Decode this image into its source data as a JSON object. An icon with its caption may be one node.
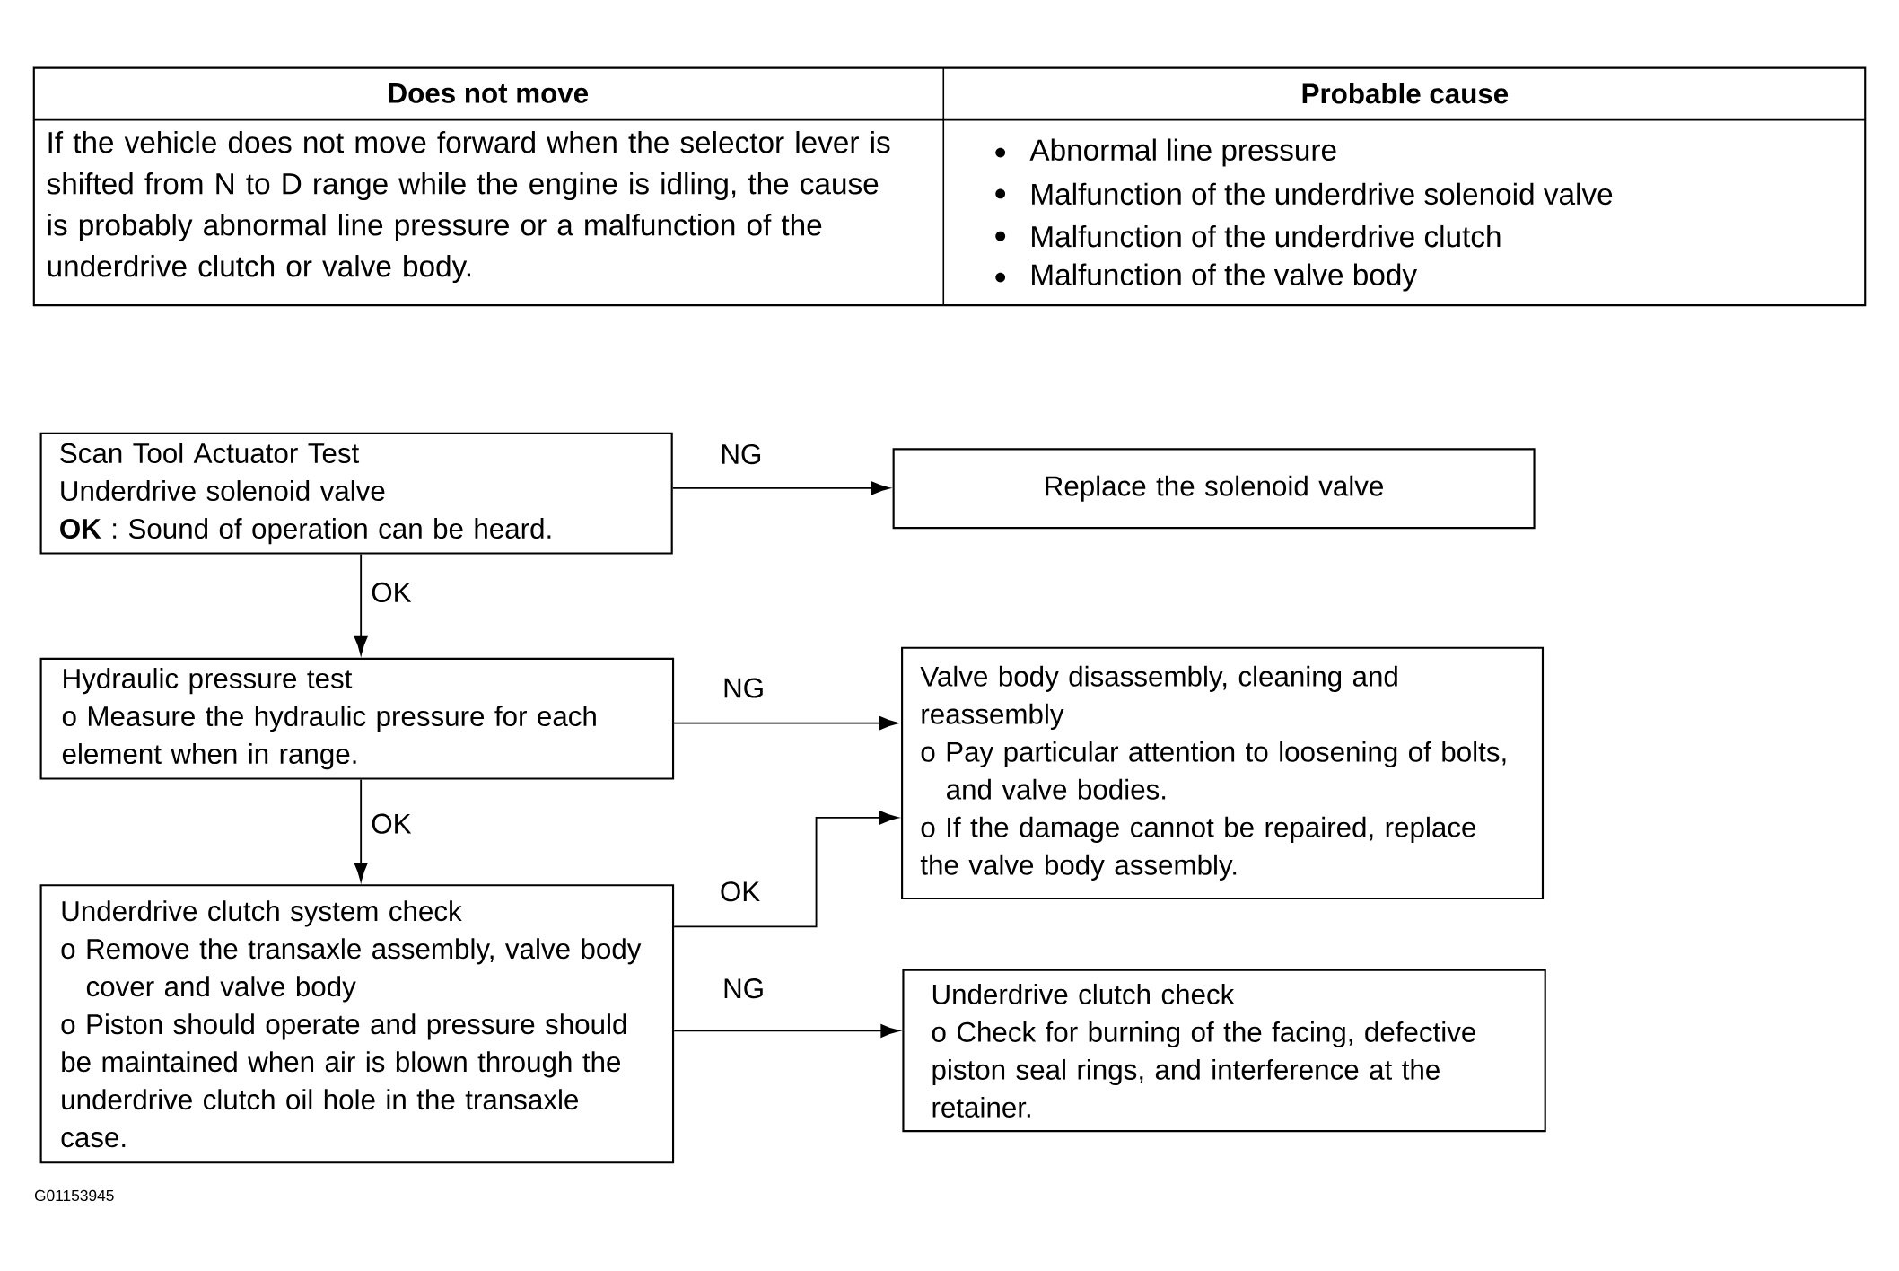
{
  "diagram": {
    "nodes": [
      {
        "text": [
          "Scan Tool Actuator Test",
          "Underdrive solenoid valve",
          "**OK** : Sound of operation can be heard."
        ]
      },
      {
        "text": [
          "Replace the solenoid valve"
        ]
      },
      {
        "text": [
          "Hydraulic pressure test",
          "o Measure the hydraulic pressure for each element when in range."
        ]
      },
      {
        "text": [
          "Valve body disassembly, cleaning and reassembly",
          "o Pay particular attention to loosening of bolts, and valve bodies.",
          "o If the damage cannot be repaired, replace the valve body assembly."
        ]
      },
      {
        "text": [
          "Underdrive clutch system check",
          "o Remove the transaxle assembly, valve body cover and valve body",
          "o Piston should operate and pressure should be maintained when air is blown through the underdrive clutch oil hole in the transaxle case."
        ]
      },
      {
        "text": [
          "Underdrive clutch check",
          "o Check for burning of the facing, defective piston seal rings, and interference at the retainer."
        ]
      }
    ],
    "edges": [
      {
        "from": 0,
        "to": 1,
        "arrow": "to",
        "label": "NG"
      },
      {
        "from": 0,
        "to": 2,
        "arrow": "to",
        "label": "OK"
      },
      {
        "from": 2,
        "to": 3,
        "arrow": "to",
        "label": "NG"
      },
      {
        "from": 2,
        "to": 4,
        "arrow": "to",
        "label": "OK"
      },
      {
        "from": 4,
        "to": 3,
        "arrow": "to",
        "label": "OK"
      },
      {
        "from": 4,
        "to": 5,
        "arrow": "to",
        "label": "NG"
      }
    ],
    "labels": [
      "Does not move",
      "Probable cause",
      "If the vehicle does not move forward when the selector lever is shifted from N to D range while the engine is idling, the cause is probably abnormal line pressure or a malfunction of the underdrive clutch or valve body.",
      "Abnormal line pressure",
      "Malfunction of the underdrive solenoid valve",
      "Malfunction of the underdrive clutch",
      "Malfunction of the valve body",
      "G01153945"
    ]
  }
}
